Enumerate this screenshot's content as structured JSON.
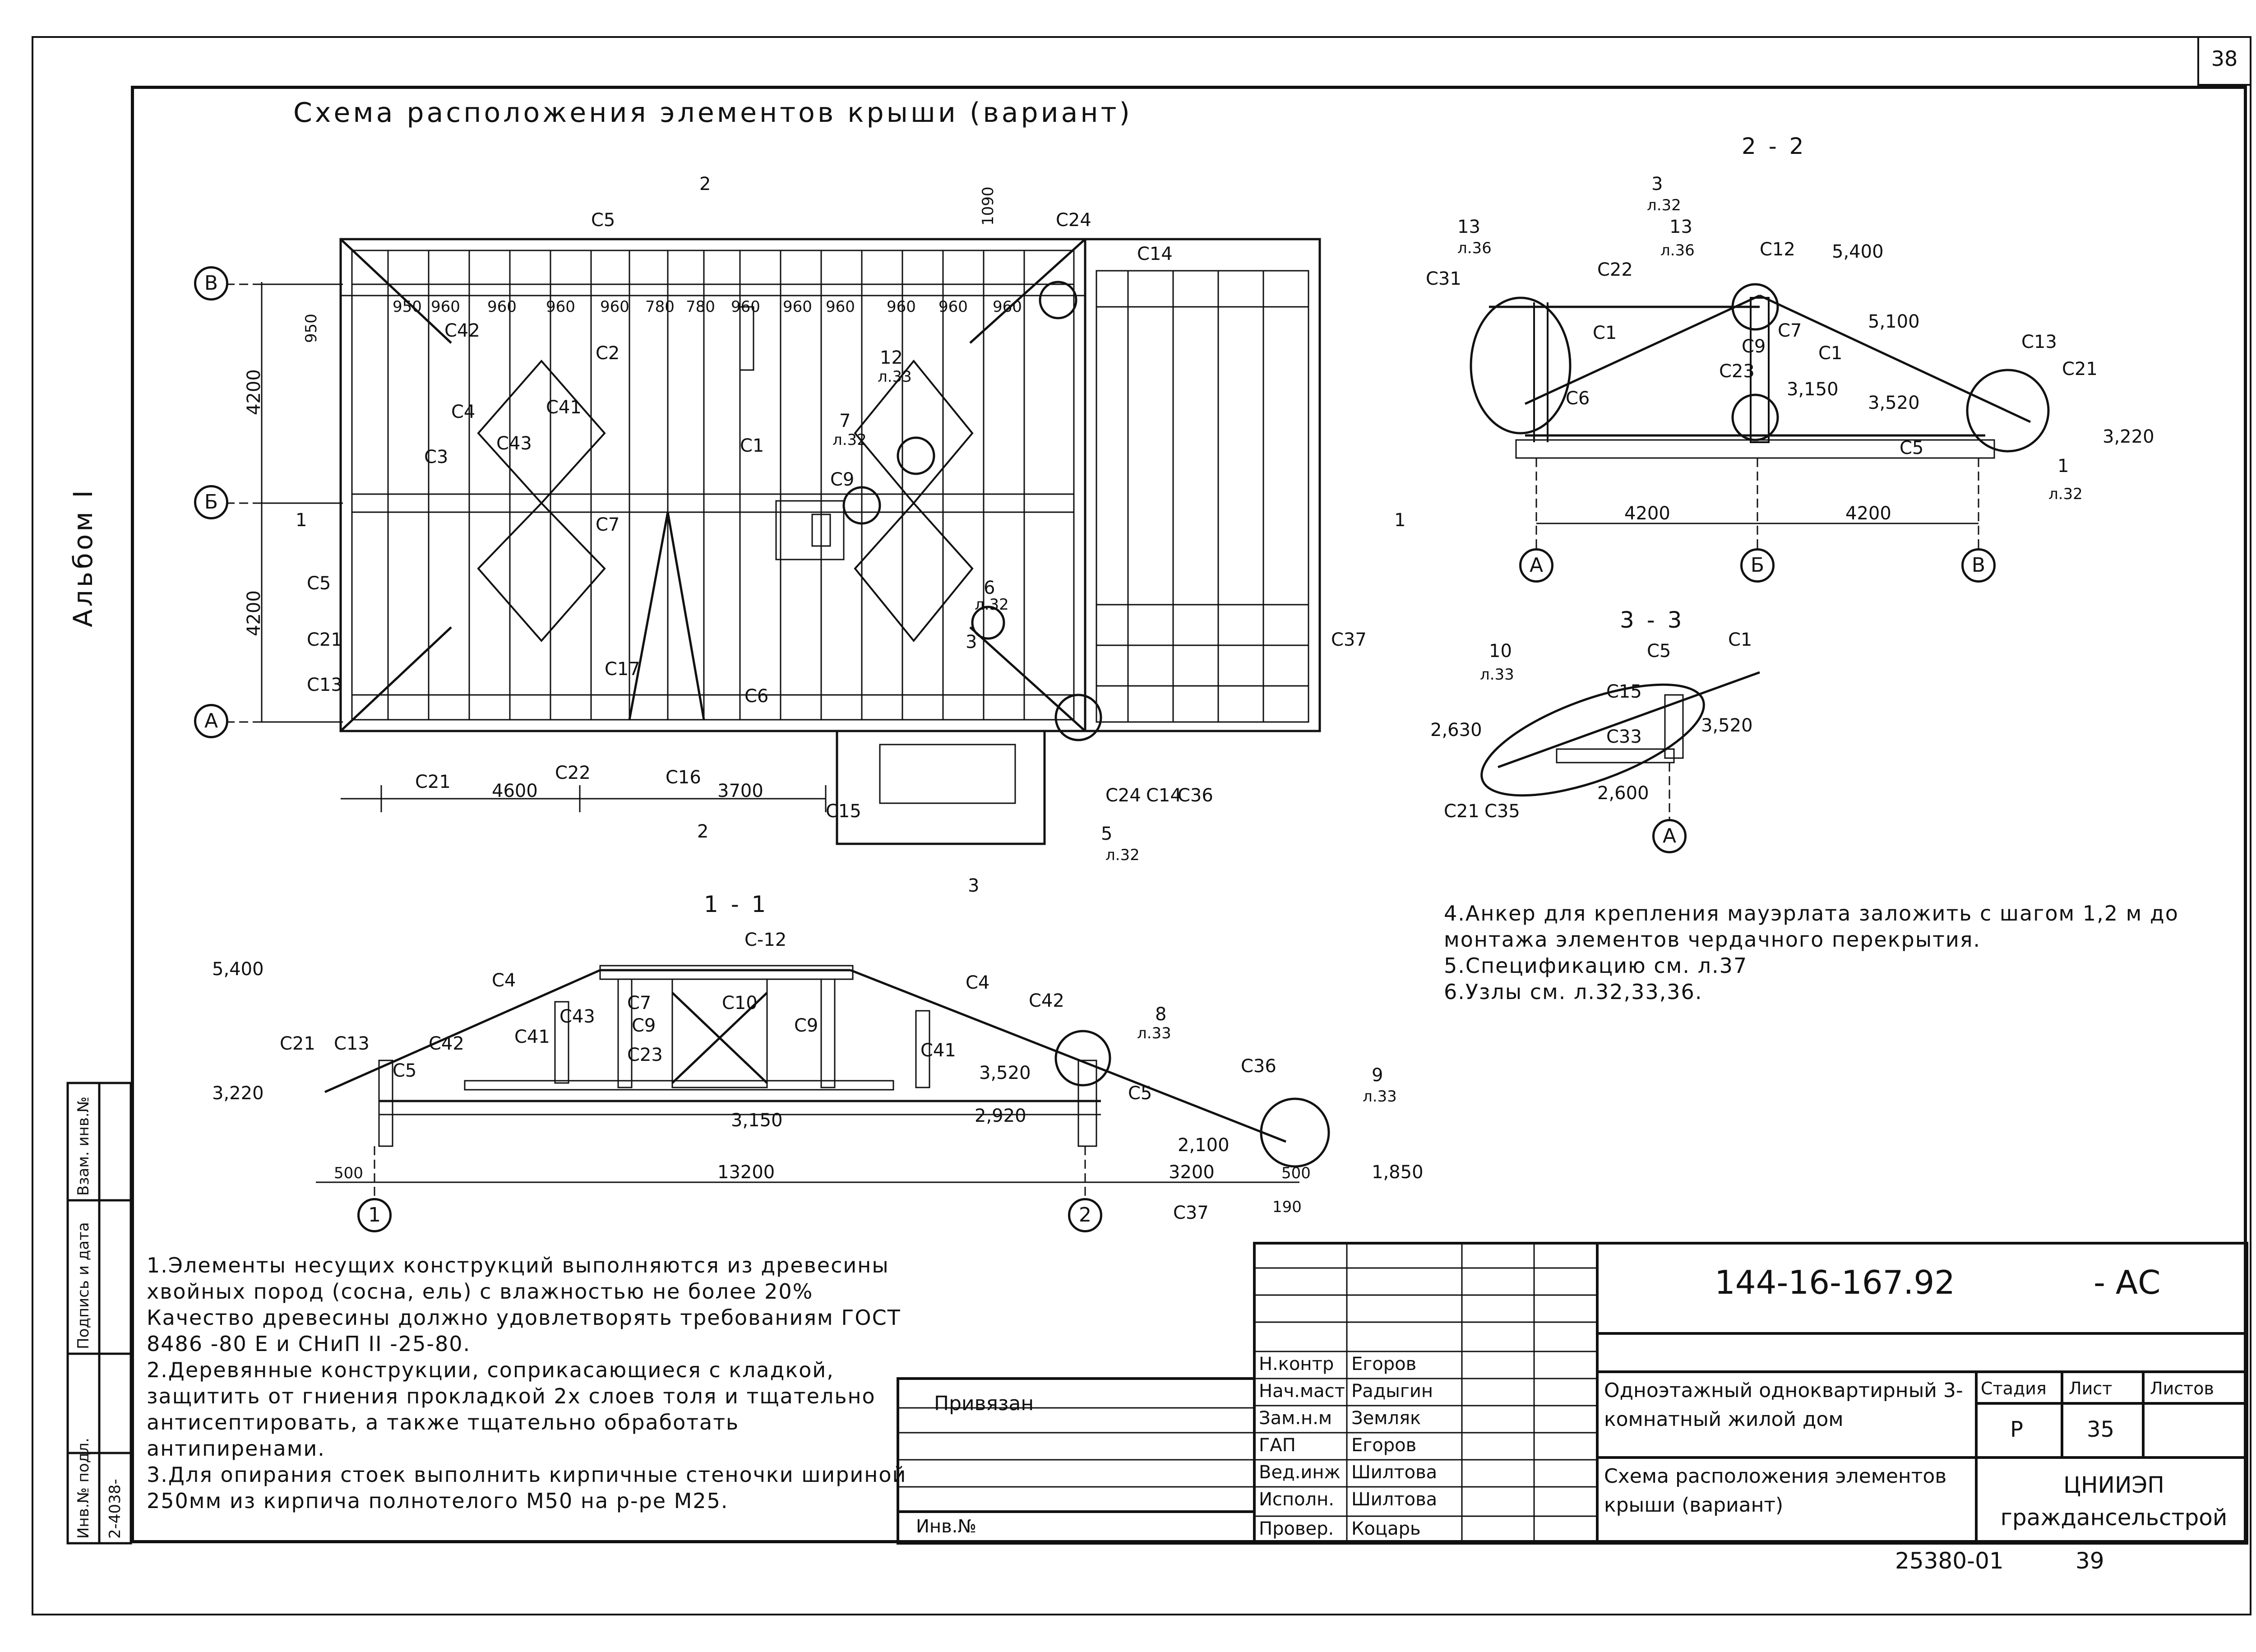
{
  "page_number": "38",
  "album": "Альбом I",
  "main_title": "Схема расположения элементов крыши (вариант)",
  "plan": {
    "axes_rows": [
      "В",
      "Б",
      "А"
    ],
    "dims_vertical": [
      "4200",
      "4200",
      "950"
    ],
    "dims_top": [
      "950",
      "960",
      "960",
      "960",
      "960",
      "780",
      "780",
      "960",
      "960",
      "960",
      "960",
      "960",
      "960"
    ],
    "dims_bottom": [
      "4600",
      "3700"
    ],
    "top_note": "1090",
    "labels": [
      "С5",
      "С24",
      "С14",
      "С42",
      "С2",
      "С3",
      "С4",
      "С41",
      "С43",
      "С1",
      "С9",
      "С7",
      "С5",
      "С21",
      "С13",
      "С17",
      "С6",
      "С16",
      "С15",
      "С36",
      "С37",
      "С22",
      "С21",
      "С24",
      "С14"
    ],
    "callouts": [
      {
        "num": "12",
        "sheet": "л.33"
      },
      {
        "num": "7",
        "sheet": "л.32"
      },
      {
        "num": "6",
        "sheet": "л.32"
      },
      {
        "num": "5",
        "sheet": "л.32"
      }
    ],
    "section_marks": [
      "2",
      "2",
      "1",
      "1",
      "3",
      "3"
    ]
  },
  "section_2_2": {
    "title": "2 - 2",
    "axes": [
      "А",
      "Б",
      "В"
    ],
    "dims": [
      "4200",
      "4200"
    ],
    "levels": [
      "5,400",
      "5,100",
      "3,150",
      "3,520",
      "3,220"
    ],
    "callouts": [
      {
        "num": "3",
        "sheet": "л.32"
      },
      {
        "num": "13",
        "sheet": "л.36"
      },
      {
        "num": "13",
        "sheet": "л.36"
      },
      {
        "num": "1",
        "sheet": "л.32"
      }
    ],
    "labels": [
      "С31",
      "С22",
      "С12",
      "С1",
      "С1",
      "С7",
      "С9",
      "С23",
      "С6",
      "С13",
      "С21",
      "С5"
    ]
  },
  "section_3_3": {
    "title": "3 - 3",
    "axis": "А",
    "levels": [
      "2,630",
      "3,520",
      "2,600"
    ],
    "callouts": [
      {
        "num": "10",
        "sheet": "л.33"
      }
    ],
    "labels": [
      "С5",
      "С1",
      "С15",
      "С33",
      "С21",
      "С35"
    ]
  },
  "section_1_1": {
    "title": "1 - 1",
    "axes": [
      "1",
      "2"
    ],
    "dims": [
      "500",
      "13200",
      "3200",
      "500",
      "190"
    ],
    "levels": [
      "5,400",
      "3,220",
      "3,150",
      "3,520",
      "2,920",
      "2,100",
      "1,850"
    ],
    "callouts": [
      {
        "num": "8",
        "sheet": "л.33"
      },
      {
        "num": "9",
        "sheet": "л.33"
      }
    ],
    "labels": [
      "С-12",
      "С4",
      "С4",
      "С42",
      "С7",
      "С10",
      "С9",
      "С9",
      "С23",
      "С41",
      "С41",
      "С43",
      "С42",
      "С21",
      "С13",
      "С5",
      "С36",
      "С5",
      "С37"
    ]
  },
  "notes_left": [
    "1.Элементы несущих конструкций выполняются из древесины хвойных пород (сосна, ель) с влажностью не более 20% Качество древесины должно удовлетворять требованиям ГОСТ 8486 -80 Е и СНиП II -25-80.",
    "2.Деревянные конструкции, соприкасающиеся с кладкой, защитить от гниения прокладкой 2х слоев толя и тщательно антисептировать, а также тщательно обработать антипиренами.",
    "3.Для опирания стоек выполнить кирпичные стеночки шириной 250мм из кирпича полнотелого М50 на р-ре М25."
  ],
  "notes_right": [
    "4.Анкер для крепления мауэрлата заложить с шагом 1,2 м до монтажа элементов чердачного перекрытия.",
    "5.Спецификацию см. л.37",
    "6.Узлы см. л.32,33,36."
  ],
  "side_stamp": {
    "fields": [
      "Инв.№ подл.",
      "Подпись и дата",
      "Взам. инв.№"
    ],
    "inv_value": "2-4038-"
  },
  "title_block": {
    "bound_label": "Привязан",
    "inv_label": "Инв.№",
    "code": "144-16-167.92",
    "suffix": "- АС",
    "staff": [
      {
        "role": "Н.контр",
        "name": "Егоров"
      },
      {
        "role": "Нач.маст",
        "name": "Радыгин"
      },
      {
        "role": "Зам.н.м",
        "name": "Земляк"
      },
      {
        "role": "ГАП",
        "name": "Егоров"
      },
      {
        "role": "Вед.инж",
        "name": "Шилтова"
      },
      {
        "role": "Исполн.",
        "name": "Шилтова"
      },
      {
        "role": "Провер.",
        "name": "Коцарь"
      }
    ],
    "project": "Одноэтажный одноквартирный 3-комнатный жилой дом",
    "sheet_title": "Схема расположения элементов крыши (вариант)",
    "stage_header": "Стадия",
    "sheet_header": "Лист",
    "sheets_header": "Листов",
    "stage": "Р",
    "sheet": "35",
    "sheets": "",
    "org": "ЦНИИЭП граждансельстрой"
  },
  "bottom_code": "25380-01",
  "bottom_page": "39"
}
